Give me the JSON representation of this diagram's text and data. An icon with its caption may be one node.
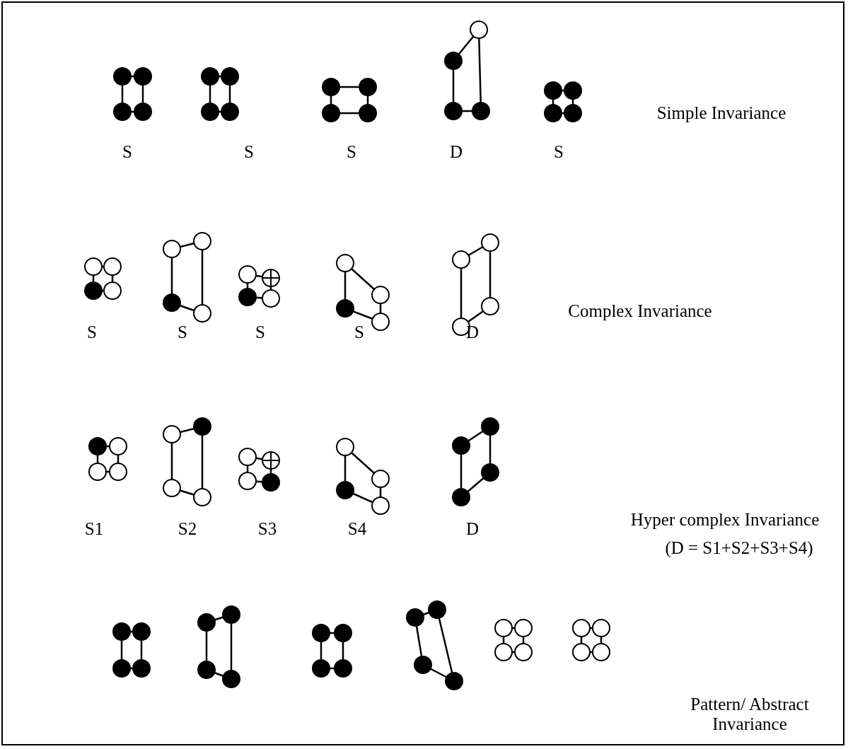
{
  "diagram": {
    "labels": [
      "Simple Invariance",
      "S",
      "S",
      "S",
      "D",
      "S",
      "Complex Invariance",
      "S",
      "S",
      "S",
      "S",
      "D",
      "Hyper complex Invariance",
      "S1",
      "S2",
      "S3",
      "S4",
      "D",
      "(D = S1+S2+S3+S4)",
      "Pattern/ Abstract Invariance"
    ]
  }
}
